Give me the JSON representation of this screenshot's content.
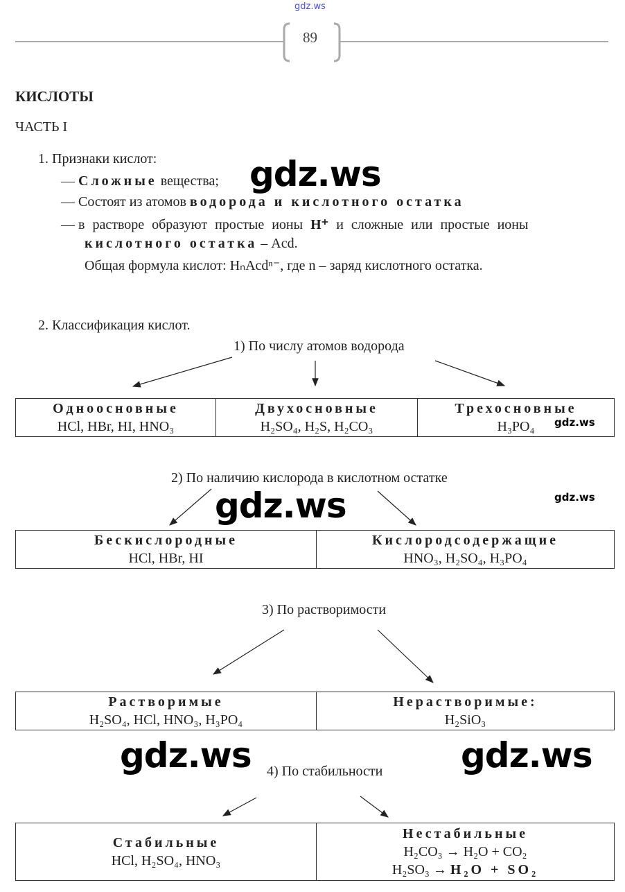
{
  "header": {
    "site_link": "gdz.ws",
    "page_number": "89"
  },
  "title": "КИСЛОТЫ",
  "part": "ЧАСТЬ I",
  "section1": {
    "heading": "1. Признаки кислот:",
    "items": [
      {
        "dash": "—",
        "bold": "Сложные",
        "rest": " вещества;"
      },
      {
        "dash": "—",
        "text": "Состоят из атомов ",
        "bold": "водорода и кислотного остатка"
      },
      {
        "dash": "—",
        "text": "в растворе образуют простые ионы ",
        "bold": "H⁺",
        "rest": " и сложные или простые ионы"
      },
      {
        "bold": "кислотного остатка",
        "rest": " – Acd."
      },
      {
        "text": "Общая формула кислот: HₙAcdⁿ⁻, где n – заряд кислотного остатка."
      }
    ]
  },
  "section2": {
    "heading": "2. Классификация кислот.",
    "groups": [
      {
        "label": "1)  По числу атомов водорода",
        "cells": [
          {
            "title": "Одноосновные",
            "formula": "HCl, HBr, HI, HNO₃"
          },
          {
            "title": "Двухосновные",
            "formula": "H₂SO₄, H₂S, H₂CO₃"
          },
          {
            "title": "Трехосновные",
            "formula": "H₃PO₄"
          }
        ]
      },
      {
        "label": "2)  По наличию кислорода в кислотном остатке",
        "cells": [
          {
            "title": "Бескислородные",
            "formula": "HCl, HBr, HI"
          },
          {
            "title": "Кислородсодержащие",
            "formula": "HNO₃, H₂SO₄, H₃PO₄"
          }
        ]
      },
      {
        "label": "3)  По растворимости",
        "cells": [
          {
            "title": "Растворимые",
            "formula": "H₂SO₄, HCl, HNO₃, H₃PO₄"
          },
          {
            "title": "Нерастворимые:",
            "formula": "H₂SiO₃"
          }
        ]
      },
      {
        "label": "4)  По стабильности",
        "cells": [
          {
            "title": "Стабильные",
            "formula": "HCl, H₂SO₄, HNO₃"
          },
          {
            "title": "Нестабильные",
            "formula": "H₂CO₃ → H₂O + CO₂",
            "formula2a": "H₂SO₃ → ",
            "formula2b": "H₂O + SO₂"
          }
        ]
      }
    ]
  },
  "watermarks": {
    "large": "gdz.ws",
    "small": "gdz.ws"
  }
}
